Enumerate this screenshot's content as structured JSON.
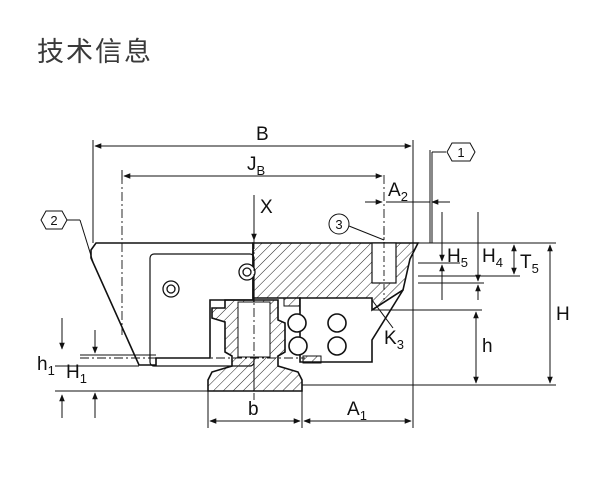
{
  "page": {
    "title": "技术信息"
  },
  "diagram": {
    "labels": {
      "B": "B",
      "JB_main": "J",
      "JB_sub": "B",
      "A2_main": "A",
      "A2_sub": "2",
      "X": "X",
      "H5_main": "H",
      "H5_sub": "5",
      "H4_main": "H",
      "H4_sub": "4",
      "T5_main": "T",
      "T5_sub": "5",
      "H": "H",
      "K3_main": "K",
      "K3_sub": "3",
      "h": "h",
      "h1_main": "h",
      "h1_sub": "1",
      "H1_main": "H",
      "H1_sub": "1",
      "b": "b",
      "A1_main": "A",
      "A1_sub": "1"
    },
    "callouts": [
      "1",
      "2",
      "3"
    ]
  }
}
